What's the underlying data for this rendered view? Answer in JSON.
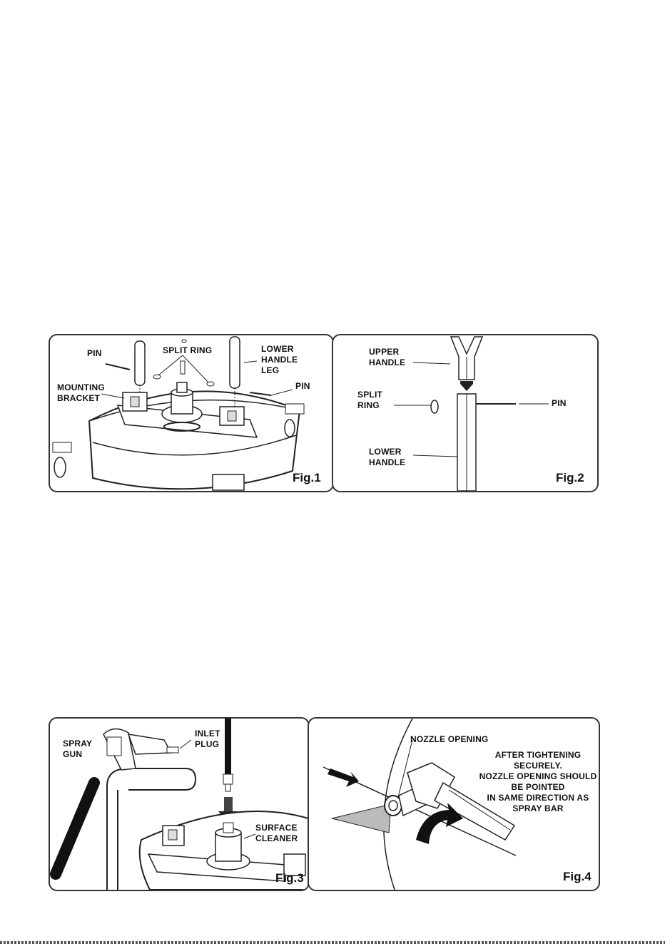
{
  "fig1": {
    "caption": "Fig.1",
    "labels": {
      "pin_left": "PIN",
      "split_ring": "SPLIT RING",
      "lower_handle_leg": "LOWER\nHANDLE\nLEG",
      "pin_right": "PIN",
      "mounting_bracket": "MOUNTING\nBRACKET"
    }
  },
  "fig2": {
    "caption": "Fig.2",
    "labels": {
      "upper_handle": "UPPER\nHANDLE",
      "split_ring": "SPLIT\nRING",
      "pin": "PIN",
      "lower_handle": "LOWER\nHANDLE"
    }
  },
  "fig3": {
    "caption": "Fig.3",
    "labels": {
      "spray_gun": "SPRAY\nGUN",
      "inlet_plug": "INLET\nPLUG",
      "surface_cleaner": "SURFACE\nCLEANER"
    }
  },
  "fig4": {
    "caption": "Fig.4",
    "labels": {
      "nozzle_opening": "NOZZLE OPENING",
      "instruction": "AFTER TIGHTENING\nSECURELY.\nNOZZLE OPENING SHOULD\nBE POINTED\nIN SAME DIRECTION AS\nSPRAY BAR"
    }
  }
}
